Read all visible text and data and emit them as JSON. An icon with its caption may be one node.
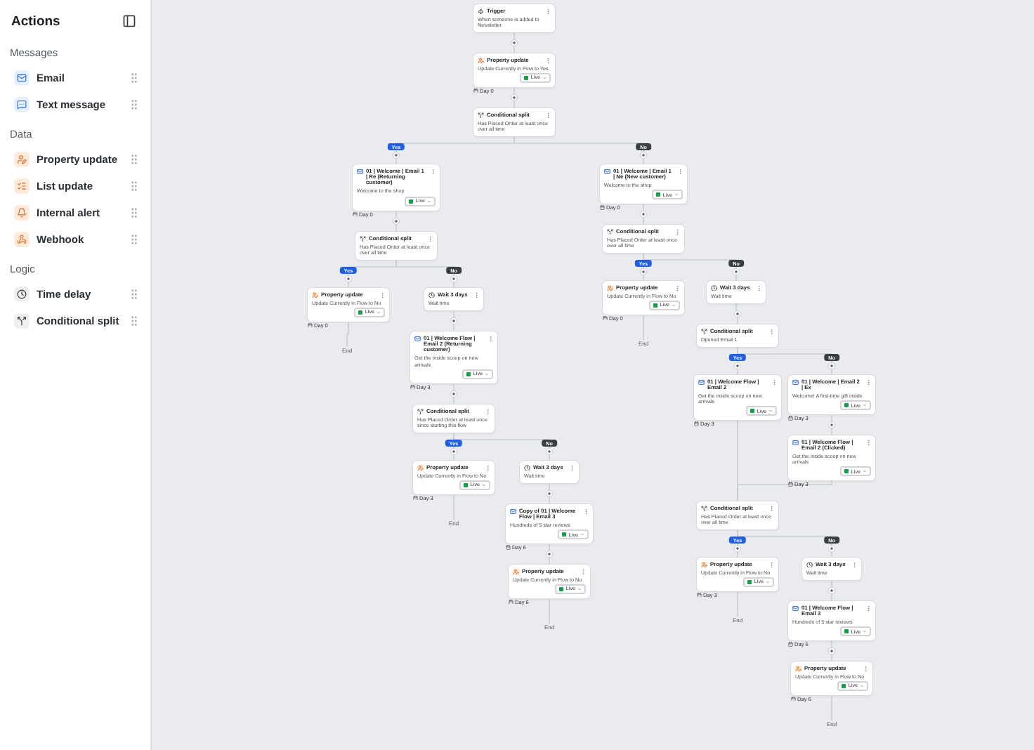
{
  "diagram": {
    "nodes": [
      {
        "text": [
          "Trigger",
          "When someone is added to Newsletter"
        ]
      },
      {
        "text": [
          "Property update",
          "Update Currently in Flow to Yes",
          "Live"
        ],
        "beside": [
          "Day 0"
        ]
      },
      {
        "text": [
          "Conditional split",
          "Has Placed Order at least once over all time"
        ]
      },
      {
        "text": [
          "01 | Welcome | Email 1 | Re (Returning customer)",
          "Welcome to the shop",
          "Live"
        ],
        "beside": [
          "Day 0"
        ]
      },
      {
        "text": [
          "01 | Welcome | Email 1 | Ne (New customer)",
          "Welcome to the shop",
          "Live"
        ],
        "beside": [
          "Day 0"
        ]
      },
      {
        "text": [
          "Conditional split",
          "Has Placed Order at least once over all time"
        ]
      },
      {
        "text": [
          "Conditional split",
          "Has Placed Order at least once over all time"
        ]
      },
      {
        "text": [
          "Property update",
          "Update Currently in Flow to No",
          "Live"
        ],
        "beside": [
          "Day 0"
        ]
      },
      {
        "text": [
          "Wait 3 days",
          "Wait time"
        ]
      },
      {
        "text": [
          "01 | Welcome Flow | Email 2 (Returning customer)",
          "Get the inside scoop on new arrivals",
          "Live"
        ],
        "beside": [
          "Day 3"
        ]
      },
      {
        "text": [
          "Conditional split",
          "Has Placed Order at least once since starting this flow"
        ]
      },
      {
        "text": [
          "Property update",
          "Update Currently in Flow to No",
          "Live"
        ],
        "beside": [
          "Day 3"
        ]
      },
      {
        "text": [
          "Wait 3 days",
          "Wait time"
        ]
      },
      {
        "text": [
          "Copy of 01 | Welcome Flow | Email 3",
          "Hundreds of 5 star reviews",
          "Live"
        ],
        "beside": [
          "Day 6"
        ]
      },
      {
        "text": [
          "Property update",
          "Update Currently in Flow to No",
          "Live"
        ],
        "beside": [
          "Day 6"
        ]
      },
      {
        "text": [
          "Property update",
          "Update Currently in Flow to No",
          "Live"
        ],
        "beside": [
          "Day 0"
        ]
      },
      {
        "text": [
          "Wait 3 days",
          "Wait time"
        ]
      },
      {
        "text": [
          "Conditional split",
          "Opened Email 1"
        ]
      },
      {
        "text": [
          "01 | Welcome Flow | Email 2",
          "Get the inside scoop on new arrivals",
          "Live"
        ],
        "beside": [
          "Day 3"
        ]
      },
      {
        "text": [
          "01 | Welcome | Email 2 | Ex",
          "Welcome! A first-time gift inside",
          "Live"
        ],
        "beside": [
          "Day 3"
        ]
      },
      {
        "text": [
          "01 | Welcome Flow | Email 2 (Clicked)",
          "Get the inside scoop on new arrivals",
          "Live"
        ],
        "beside": [
          "Day 3"
        ]
      },
      {
        "text": [
          "Conditional split",
          "Has Placed Order at least once over all time"
        ]
      },
      {
        "text": [
          "Property update",
          "Update Currently in Flow to No",
          "Live"
        ],
        "beside": [
          "Day 3"
        ]
      },
      {
        "text": [
          "Wait 3 days",
          "Wait time"
        ]
      },
      {
        "text": [
          "01 | Welcome Flow | Email 3",
          "Hundreds of 5 star reviews",
          "Live"
        ],
        "beside": [
          "Day 6"
        ]
      },
      {
        "text": [
          "Property update",
          "Update Currently in Flow to No",
          "Live"
        ],
        "beside": [
          "Day 6"
        ]
      },
      {
        "text": [
          "End"
        ]
      },
      {
        "text": [
          "End"
        ]
      },
      {
        "text": [
          "End"
        ]
      },
      {
        "text": [
          "End"
        ]
      },
      {
        "text": [
          "End"
        ]
      },
      {
        "text": [
          "End"
        ]
      }
    ],
    "edges": [
      {
        "from": 0,
        "to": 1,
        "arrow": "none"
      },
      {
        "from": 1,
        "to": 2,
        "arrow": "none"
      },
      {
        "from": 2,
        "to": 3,
        "arrow": "none",
        "label": "Yes"
      },
      {
        "from": 2,
        "to": 4,
        "arrow": "none",
        "label": "No"
      },
      {
        "from": 3,
        "to": 5,
        "arrow": "none"
      },
      {
        "from": 4,
        "to": 6,
        "arrow": "none"
      },
      {
        "from": 5,
        "to": 7,
        "arrow": "none",
        "label": "Yes"
      },
      {
        "from": 5,
        "to": 8,
        "arrow": "none",
        "label": "No"
      },
      {
        "from": 8,
        "to": 9,
        "arrow": "none"
      },
      {
        "from": 9,
        "to": 10,
        "arrow": "none"
      },
      {
        "from": 10,
        "to": 11,
        "arrow": "none",
        "label": "Yes"
      },
      {
        "from": 10,
        "to": 12,
        "arrow": "none",
        "label": "No"
      },
      {
        "from": 12,
        "to": 13,
        "arrow": "none"
      },
      {
        "from": 13,
        "to": 14,
        "arrow": "none"
      },
      {
        "from": 6,
        "to": 15,
        "arrow": "none",
        "label": "Yes"
      },
      {
        "from": 6,
        "to": 16,
        "arrow": "none",
        "label": "No"
      },
      {
        "from": 16,
        "to": 17,
        "arrow": "none"
      },
      {
        "from": 17,
        "to": 18,
        "arrow": "none",
        "label": "Yes"
      },
      {
        "from": 17,
        "to": 19,
        "arrow": "none",
        "label": "No"
      },
      {
        "from": 19,
        "to": 20,
        "arrow": "none"
      },
      {
        "from": 18,
        "to": 21,
        "arrow": "none"
      },
      {
        "from": 20,
        "to": 21,
        "arrow": "none"
      },
      {
        "from": 21,
        "to": 22,
        "arrow": "none",
        "label": "Yes"
      },
      {
        "from": 21,
        "to": 23,
        "arrow": "none",
        "label": "No"
      },
      {
        "from": 23,
        "to": 24,
        "arrow": "none"
      },
      {
        "from": 24,
        "to": 25,
        "arrow": "none"
      },
      {
        "from": 7,
        "to": 26,
        "arrow": "none"
      },
      {
        "from": 11,
        "to": 27,
        "arrow": "none"
      },
      {
        "from": 14,
        "to": 28,
        "arrow": "none"
      },
      {
        "from": 15,
        "to": 29,
        "arrow": "none"
      },
      {
        "from": 22,
        "to": 30,
        "arrow": "none"
      },
      {
        "from": 25,
        "to": 31,
        "arrow": "none"
      }
    ],
    "labels": [
      "Actions",
      "Messages",
      "Email",
      "Text message",
      "Data",
      "Property update",
      "List update",
      "Internal alert",
      "Webhook",
      "Logic",
      "Time delay",
      "Conditional split"
    ]
  }
}
